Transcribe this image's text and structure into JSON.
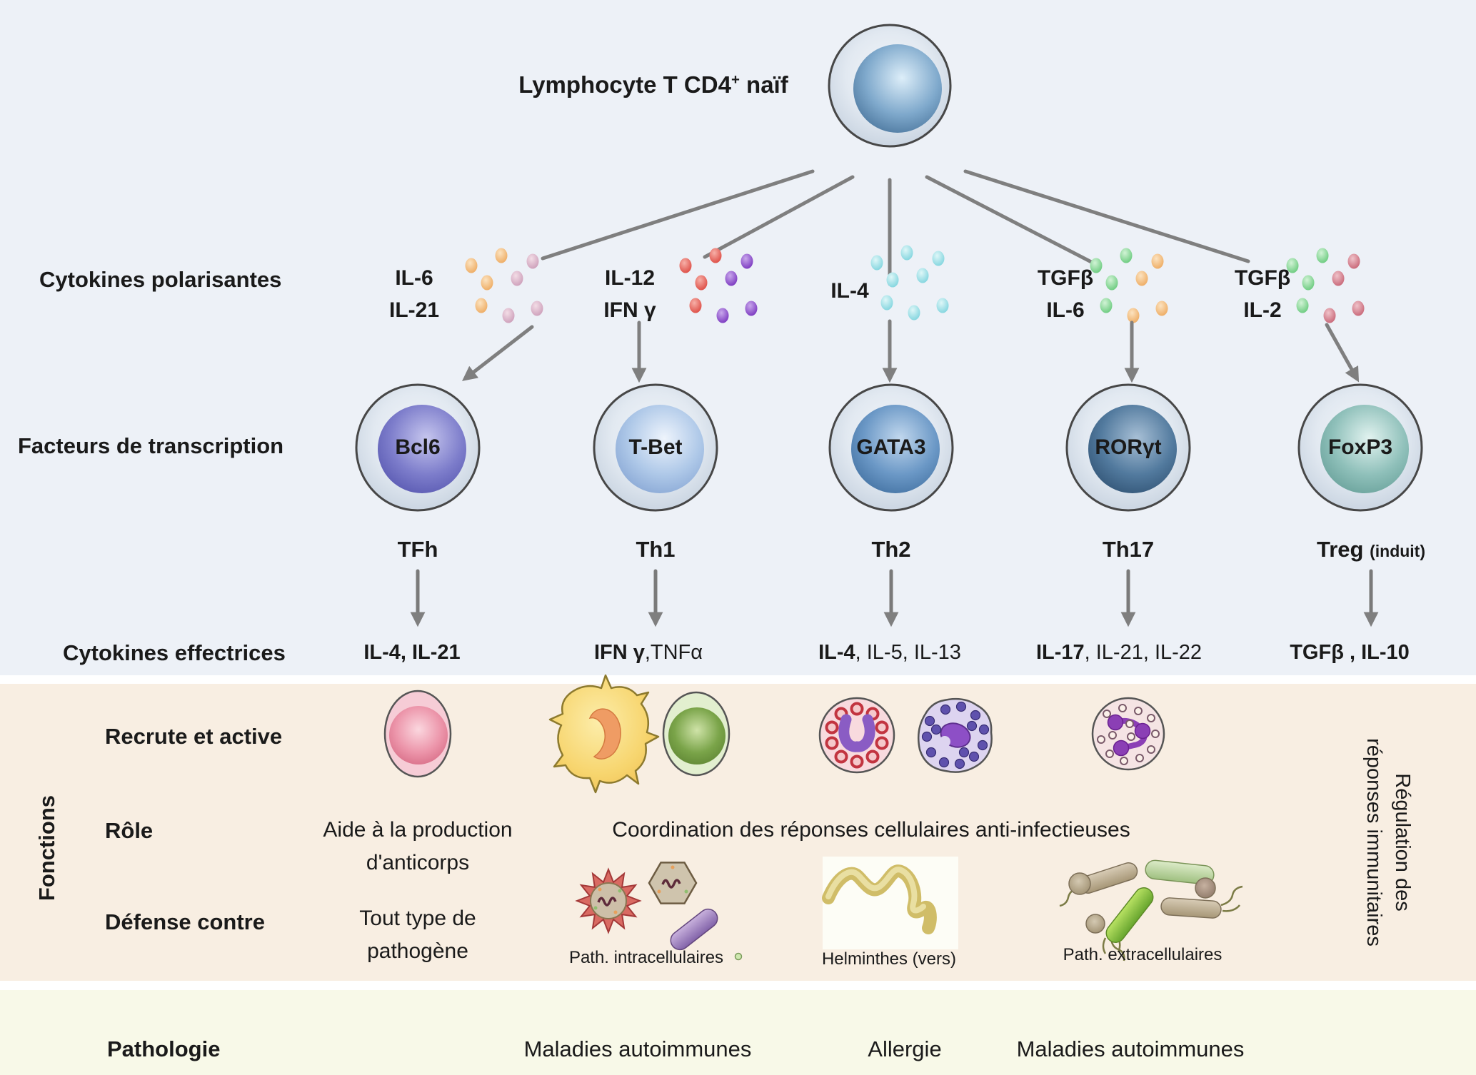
{
  "title": {
    "pre": "Lymphocyte T CD4",
    "sup": "+",
    "post": " naïf"
  },
  "row_labels": {
    "polarizing": "Cytokines polarisantes",
    "transcription": "Facteurs de transcription",
    "effector": "Cytokines effectrices",
    "functions": "Fonctions",
    "recruit": "Recrute et active",
    "role": "Rôle",
    "defense": "Défense contre",
    "pathology": "Pathologie"
  },
  "columns": [
    {
      "id": "tfh",
      "polarizing_lines": [
        "IL-6",
        "IL-21"
      ],
      "tf": "Bcl6",
      "type": "TFh",
      "type_suffix": "",
      "effector_bold": "IL-4, IL-21",
      "effector_rest": ""
    },
    {
      "id": "th1",
      "polarizing_lines": [
        "IL-12",
        "IFN γ"
      ],
      "tf": "T-Bet",
      "type": "Th1",
      "type_suffix": "",
      "effector_bold": "IFN γ",
      "effector_rest": ",TNFα"
    },
    {
      "id": "th2",
      "polarizing_lines": [
        "IL-4"
      ],
      "tf": "GATA3",
      "type": "Th2",
      "type_suffix": "",
      "effector_bold": "IL-4",
      "effector_rest": ", IL-5, IL-13"
    },
    {
      "id": "th17",
      "polarizing_lines": [
        "TGFβ",
        "IL-6"
      ],
      "tf": "RORγt",
      "type": "Th17",
      "type_suffix": "",
      "effector_bold": "IL-17",
      "effector_rest": ", IL-21, IL-22"
    },
    {
      "id": "treg",
      "polarizing_lines": [
        "TGFβ",
        "IL-2"
      ],
      "tf": "FoxP3",
      "type": "Treg",
      "type_suffix": "(induit)",
      "effector_bold": "TGFβ , IL-10",
      "effector_rest": ""
    }
  ],
  "functions": {
    "tfh_role": [
      "Aide à la production",
      "d'anticorps"
    ],
    "coordination_role": "Coordination des réponses cellulaires anti-infectieuses",
    "tfh_defense": [
      "Tout type de",
      "pathogène"
    ],
    "regulation": [
      "Régulation des",
      "réponses immunitaires"
    ],
    "captions": {
      "intracellular": "Path. intracellulaires",
      "helminths": "Helminthes (vers)",
      "extracellular": "Path. extracellulaires"
    }
  },
  "pathology": {
    "th1": "Maladies autoimmunes",
    "th2": "Allergie",
    "th17": "Maladies autoimmunes"
  },
  "colors": {
    "top_bg": "#edf1f7",
    "functions_bg": "#f8eee2",
    "pathology_bg": "#f8f9e8",
    "arrow": "#7f7f7f",
    "dot_orange": "#efae67",
    "dot_mauve": "#cfa0bc",
    "dot_red": "#de4d45",
    "dot_purple": "#7c3ac1",
    "dot_cyan": "#83d6df",
    "dot_green": "#6fce81",
    "dot_rose": "#cb6b7b",
    "bcl6": "#6666bb",
    "tbet": "#a5c0e4",
    "gata3": "#5588bb",
    "rorgt": "#44688e",
    "foxp3": "#7fb3ac"
  }
}
